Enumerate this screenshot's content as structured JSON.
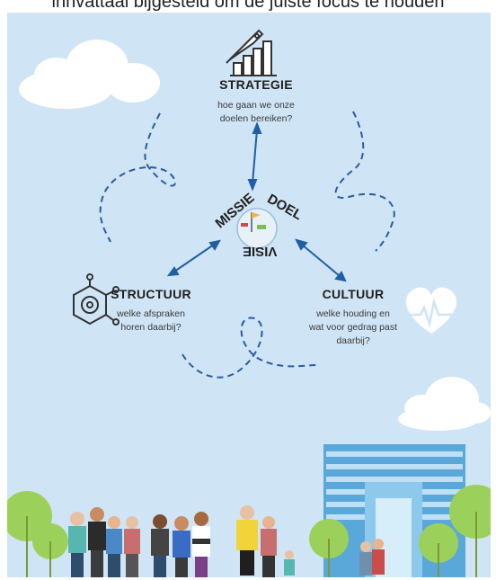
{
  "caption": "innvattaal bijgesteld om de juiste focus te houden",
  "center": {
    "word_missie": "MISSIE",
    "word_doel": "DOEL",
    "word_visie": "VISIE"
  },
  "strategie": {
    "title": "STRATEGIE",
    "line1": "hoe gaan we onze",
    "line2": "doelen bereiken?",
    "icon": "rocket-growth-chart-icon"
  },
  "structuur": {
    "title": "STRUCTUUR",
    "line1": "welke afspraken",
    "line2": "horen daarbij?",
    "icon": "gear-network-icon"
  },
  "cultuur": {
    "title": "CULTUUR",
    "line1": "welke houding en",
    "line2": "wat voor gedrag past",
    "line3": "daarbij?",
    "icon": "heart-pulse-icon"
  },
  "colors": {
    "background": "#cfe4f5",
    "arrow": "#1f5fa3",
    "dash": "#2b5c9e",
    "building": "#5aa7d9",
    "tree": "#9bd15a"
  }
}
